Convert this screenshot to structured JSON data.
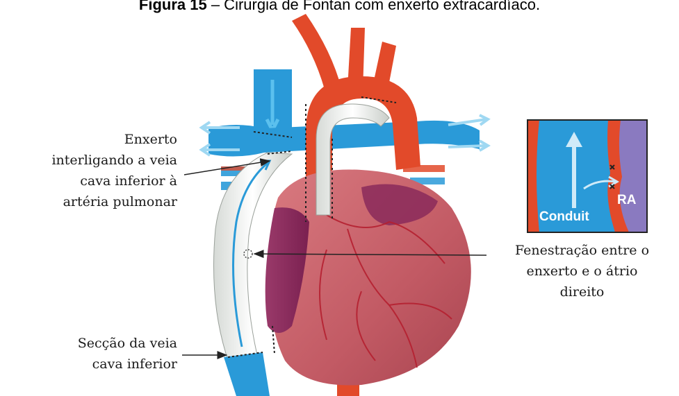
{
  "figure": {
    "title_prefix": "Figura 15",
    "title_rest": " – Cirurgia de Fontan com enxerto extracardíaco."
  },
  "labels": {
    "graft": [
      "Enxerto",
      "interligando a veia",
      "cava inferior à",
      "artéria pulmonar"
    ],
    "fenestration": [
      "Fenestração entre o",
      "enxerto e o átrio",
      "direito"
    ],
    "ivc_section": [
      "Secção da veia",
      "cava inferior"
    ]
  },
  "inset": {
    "conduit_label": "Conduit",
    "ra_label": "RA"
  },
  "colors": {
    "vein_blue": "#2a9ad8",
    "artery_red": "#e24a2a",
    "heart_pink": "#c8606a",
    "graft_white": "#eef0ee",
    "ra_purple": "#8a7ac0"
  }
}
